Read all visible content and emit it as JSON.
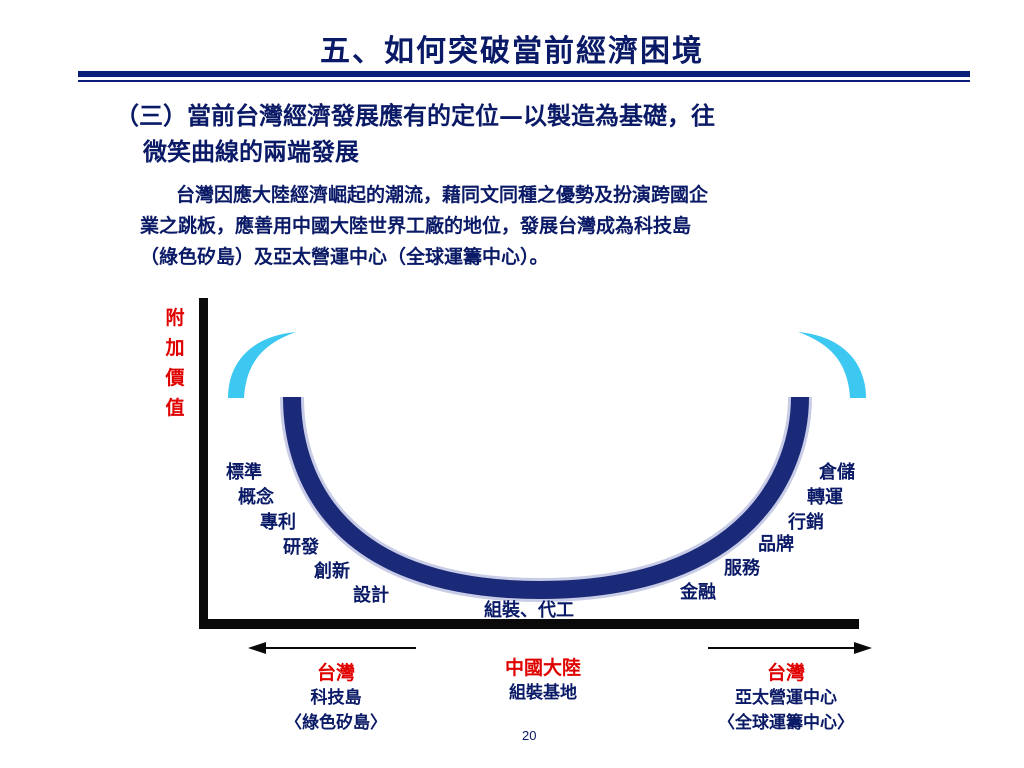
{
  "title": "五、如何突破當前經濟困境",
  "heading": {
    "line1": "（三）當前台灣經濟發展應有的定位—以製造為基礎，往",
    "line2": "微笑曲線的兩端發展"
  },
  "paragraph": {
    "line1": "台灣因應大陸經濟崛起的潮流，藉同文同種之優勢及扮演跨國企",
    "line2": "業之跳板，應善用中國大陸世界工廠的地位，發展台灣成為科技島",
    "line3": "（綠色矽島）及亞太營運中心（全球運籌中心）。"
  },
  "diagram": {
    "y_axis_label": [
      "附",
      "加",
      "價",
      "值"
    ],
    "left_labels": [
      "標準",
      "概念",
      "專利",
      "研發",
      "創新",
      "設計"
    ],
    "right_labels": [
      "倉儲",
      "轉運",
      "行銷",
      "品牌",
      "服務",
      "金融"
    ],
    "bottom_label": "組裝、代工",
    "colors": {
      "curve": "#1a2a78",
      "crescent": "#3cc8f0",
      "axis": "#0a0a0a",
      "label": "#0a1a66",
      "highlight": "#e00000"
    }
  },
  "captions": {
    "left": {
      "region": "台灣",
      "line1": "科技島",
      "line2": "〈綠色矽島〉"
    },
    "center": {
      "region": "中國大陸",
      "line1": "組裝基地"
    },
    "right": {
      "region": "台灣",
      "line1": "亞太營運中心",
      "line2": "〈全球運籌中心〉"
    }
  },
  "page_number": "20"
}
